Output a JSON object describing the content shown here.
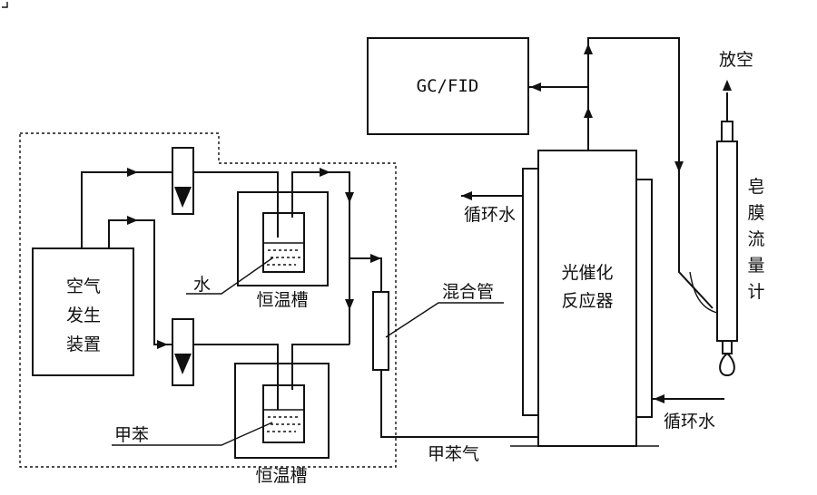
{
  "labels": {
    "gc_fid": "GC/FID",
    "vent": "放空",
    "flowmeter": [
      "皂",
      "膜",
      "流",
      "量",
      "计"
    ],
    "reactor_line1": "光催化",
    "reactor_line2": "反应器",
    "cooling_water_out": "循环水",
    "cooling_water_in": "循环水",
    "mixing_tube": "混合管",
    "toluene_gas": "甲苯气",
    "air_generator_line1": "空气",
    "air_generator_line2": "发生",
    "air_generator_line3": "装置",
    "water": "水",
    "thermostat_bath_upper": "恒温槽",
    "thermostat_bath_lower": "恒温槽",
    "toluene": "甲苯"
  }
}
